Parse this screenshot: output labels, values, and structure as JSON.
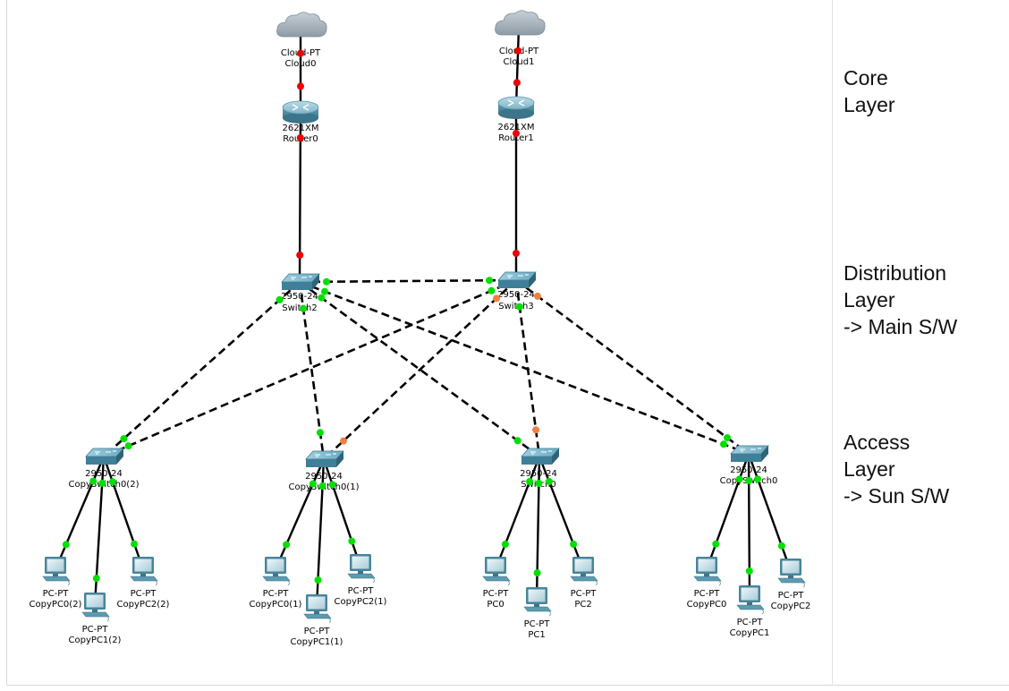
{
  "nodes": {
    "cloud0": {
      "type": "cloud",
      "model": "Cloud-PT",
      "name": "Cloud0"
    },
    "cloud1": {
      "type": "cloud",
      "model": "Cloud-PT",
      "name": "Cloud1"
    },
    "router0": {
      "type": "router",
      "model": "2621XM",
      "name": "Router0"
    },
    "router1": {
      "type": "router",
      "model": "2621XM",
      "name": "Router1"
    },
    "switch2": {
      "type": "switch",
      "model": "2950-24",
      "name": "Switch2"
    },
    "switch3": {
      "type": "switch",
      "model": "2950-24",
      "name": "Switch3"
    },
    "copy_switch0_2": {
      "type": "switch",
      "model": "2950-24",
      "name": "CopySwitch0(2)"
    },
    "copy_switch0_1": {
      "type": "switch",
      "model": "2950-24",
      "name": "CopySwitch0(1)"
    },
    "switch0": {
      "type": "switch",
      "model": "2950-24",
      "name": "Switch0"
    },
    "copy_switch0": {
      "type": "switch",
      "model": "2950-24",
      "name": "CopySwitch0"
    },
    "copy_pc0_2": {
      "type": "pc",
      "model": "PC-PT",
      "name": "CopyPC0(2)"
    },
    "copy_pc1_2": {
      "type": "pc",
      "model": "PC-PT",
      "name": "CopyPC1(2)"
    },
    "copy_pc2_2": {
      "type": "pc",
      "model": "PC-PT",
      "name": "CopyPC2(2)"
    },
    "copy_pc0_1": {
      "type": "pc",
      "model": "PC-PT",
      "name": "CopyPC0(1)"
    },
    "copy_pc1_1": {
      "type": "pc",
      "model": "PC-PT",
      "name": "CopyPC1(1)"
    },
    "copy_pc2_1": {
      "type": "pc",
      "model": "PC-PT",
      "name": "CopyPC2(1)"
    },
    "pc0": {
      "type": "pc",
      "model": "PC-PT",
      "name": "PC0"
    },
    "pc1": {
      "type": "pc",
      "model": "PC-PT",
      "name": "PC1"
    },
    "pc2": {
      "type": "pc",
      "model": "PC-PT",
      "name": "PC2"
    },
    "copy_pc0": {
      "type": "pc",
      "model": "PC-PT",
      "name": "CopyPC0"
    },
    "copy_pc1": {
      "type": "pc",
      "model": "PC-PT",
      "name": "CopyPC1"
    },
    "copy_pc2": {
      "type": "pc",
      "model": "PC-PT",
      "name": "CopyPC2"
    }
  },
  "links": [
    {
      "from": "cloud0",
      "to": "router0",
      "style": "solid",
      "status": [
        "down",
        "down"
      ]
    },
    {
      "from": "cloud1",
      "to": "router1",
      "style": "solid",
      "status": [
        "down",
        "down"
      ]
    },
    {
      "from": "router0",
      "to": "switch2",
      "style": "solid",
      "status": [
        "down",
        "down"
      ]
    },
    {
      "from": "router1",
      "to": "switch3",
      "style": "solid",
      "status": [
        "down",
        "down"
      ]
    },
    {
      "from": "switch2",
      "to": "switch3",
      "style": "dashed",
      "status": [
        "up",
        "up"
      ]
    },
    {
      "from": "switch2",
      "to": "copy_switch0_2",
      "style": "dashed",
      "status": [
        "up",
        "up"
      ]
    },
    {
      "from": "switch2",
      "to": "copy_switch0_1",
      "style": "dashed",
      "status": [
        "up",
        "up"
      ]
    },
    {
      "from": "switch2",
      "to": "switch0",
      "style": "dashed",
      "status": [
        "up",
        "up"
      ]
    },
    {
      "from": "switch2",
      "to": "copy_switch0",
      "style": "dashed",
      "status": [
        "up",
        "up"
      ]
    },
    {
      "from": "switch3",
      "to": "copy_switch0_2",
      "style": "dashed",
      "status": [
        "up",
        "up"
      ]
    },
    {
      "from": "switch3",
      "to": "copy_switch0_1",
      "style": "dashed",
      "status": [
        "blocking",
        "blocking"
      ]
    },
    {
      "from": "switch3",
      "to": "switch0",
      "style": "dashed",
      "status": [
        "up",
        "blocking"
      ]
    },
    {
      "from": "switch3",
      "to": "copy_switch0",
      "style": "dashed",
      "status": [
        "blocking",
        "up"
      ]
    },
    {
      "from": "copy_switch0_2",
      "to": "copy_pc0_2",
      "style": "solid",
      "status": [
        "up",
        "up"
      ]
    },
    {
      "from": "copy_switch0_2",
      "to": "copy_pc1_2",
      "style": "solid",
      "status": [
        "up",
        "up"
      ]
    },
    {
      "from": "copy_switch0_2",
      "to": "copy_pc2_2",
      "style": "solid",
      "status": [
        "up",
        "up"
      ]
    },
    {
      "from": "copy_switch0_1",
      "to": "copy_pc0_1",
      "style": "solid",
      "status": [
        "up",
        "up"
      ]
    },
    {
      "from": "copy_switch0_1",
      "to": "copy_pc1_1",
      "style": "solid",
      "status": [
        "up",
        "up"
      ]
    },
    {
      "from": "copy_switch0_1",
      "to": "copy_pc2_1",
      "style": "solid",
      "status": [
        "up",
        "up"
      ]
    },
    {
      "from": "switch0",
      "to": "pc0",
      "style": "solid",
      "status": [
        "up",
        "up"
      ]
    },
    {
      "from": "switch0",
      "to": "pc1",
      "style": "solid",
      "status": [
        "up",
        "up"
      ]
    },
    {
      "from": "switch0",
      "to": "pc2",
      "style": "solid",
      "status": [
        "up",
        "up"
      ]
    },
    {
      "from": "copy_switch0",
      "to": "copy_pc0",
      "style": "solid",
      "status": [
        "up",
        "up"
      ]
    },
    {
      "from": "copy_switch0",
      "to": "copy_pc1",
      "style": "solid",
      "status": [
        "up",
        "up"
      ]
    },
    {
      "from": "copy_switch0",
      "to": "copy_pc2",
      "style": "solid",
      "status": [
        "up",
        "up"
      ]
    }
  ],
  "layers": {
    "core": {
      "line1": "Core",
      "line2": "Layer"
    },
    "distribution": {
      "line1": "Distribution",
      "line2": "Layer",
      "line3": "-> Main S/W"
    },
    "access": {
      "line1": "Access",
      "line2": "Layer",
      "line3": "-> Sun S/W"
    }
  },
  "colors": {
    "link": "#000000",
    "link_up": "#00e000",
    "link_down": "#ee0000",
    "link_blocking": "#f08040",
    "device_body": "#4f8fa8",
    "device_light": "#8fc6d8",
    "cloud": "#a6b3bd",
    "background": "#ffffff"
  }
}
